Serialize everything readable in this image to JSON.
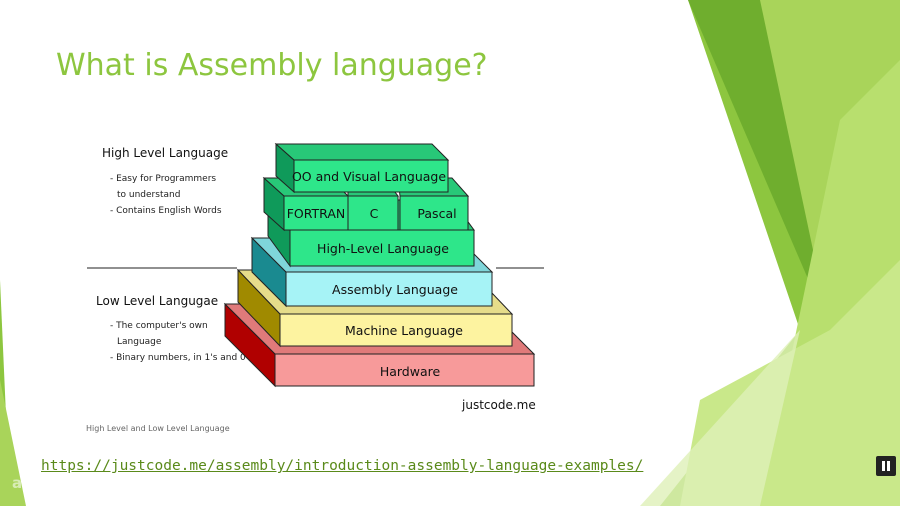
{
  "slide": {
    "title": "What is Assembly language?",
    "caption": "High Level and Low Level Language",
    "link_text": "https://justcode.me/assembly/introduction-assembly-language-examples/",
    "accent_color": "#8dc63f"
  },
  "diagram": {
    "high_level": {
      "heading": "High Level Language",
      "points": [
        "- Easy for Programmers",
        "to understand",
        "- Contains English Words"
      ]
    },
    "low_level": {
      "heading": "Low Level Langugae",
      "points": [
        "- The computer's own",
        "Language",
        "- Binary numbers, in 1's and 0's"
      ]
    },
    "layers": {
      "oo_visual": "OO and Visual Language",
      "fortran": "FORTRAN",
      "c": "C",
      "pascal": "Pascal",
      "high_level": "High-Level Language",
      "assembly": "Assembly Language",
      "machine": "Machine Language",
      "hardware": "Hardware"
    },
    "credit": "justcode.me",
    "colors": {
      "green": "#2ee68a",
      "cyan": "#a6f3f6",
      "yellow": "#fdf3a0",
      "red": "#f79a9a"
    }
  },
  "player": {
    "pause_icon": "pause-icon",
    "watermark": "ap"
  }
}
